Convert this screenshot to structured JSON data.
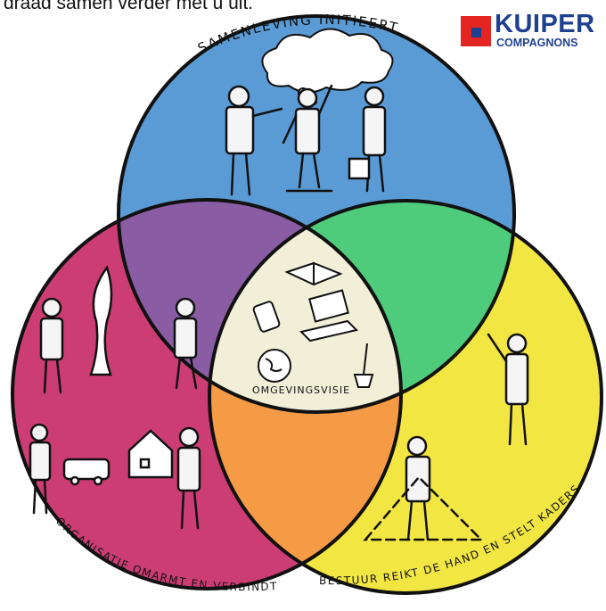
{
  "header": {
    "caption": "draad samen verder met u uit."
  },
  "logo": {
    "name": "KUIPER",
    "subtitle": "COMPAGNONS",
    "brand_red": "#e52521",
    "brand_blue": "#1f3f8f"
  },
  "diagram": {
    "circles": [
      {
        "id": "samenleving",
        "label": "SAMENLEVING INITIEERT",
        "color": "#5b9bd5"
      },
      {
        "id": "organisatie",
        "label": "ORGANISATIE OMARMT EN VERBINDT",
        "color": "#cc3d73"
      },
      {
        "id": "bestuur",
        "label": "BESTUUR REIKT DE HAND EN STELT KADERS",
        "color": "#f2e642"
      }
    ],
    "overlaps": {
      "samenleving_organisatie": "#8a5ca3",
      "samenleving_bestuur": "#4fcb7c",
      "organisatie_bestuur": "#f59a45",
      "center": "#f1efd8"
    },
    "center_label": "OMGEVINGSVISIE",
    "icons": [
      "thought-cloud-icon",
      "book-icon",
      "phone-icon",
      "laptop-icon",
      "globe-icon",
      "shovel-icon",
      "tree-icon",
      "house-icon",
      "van-icon"
    ]
  }
}
